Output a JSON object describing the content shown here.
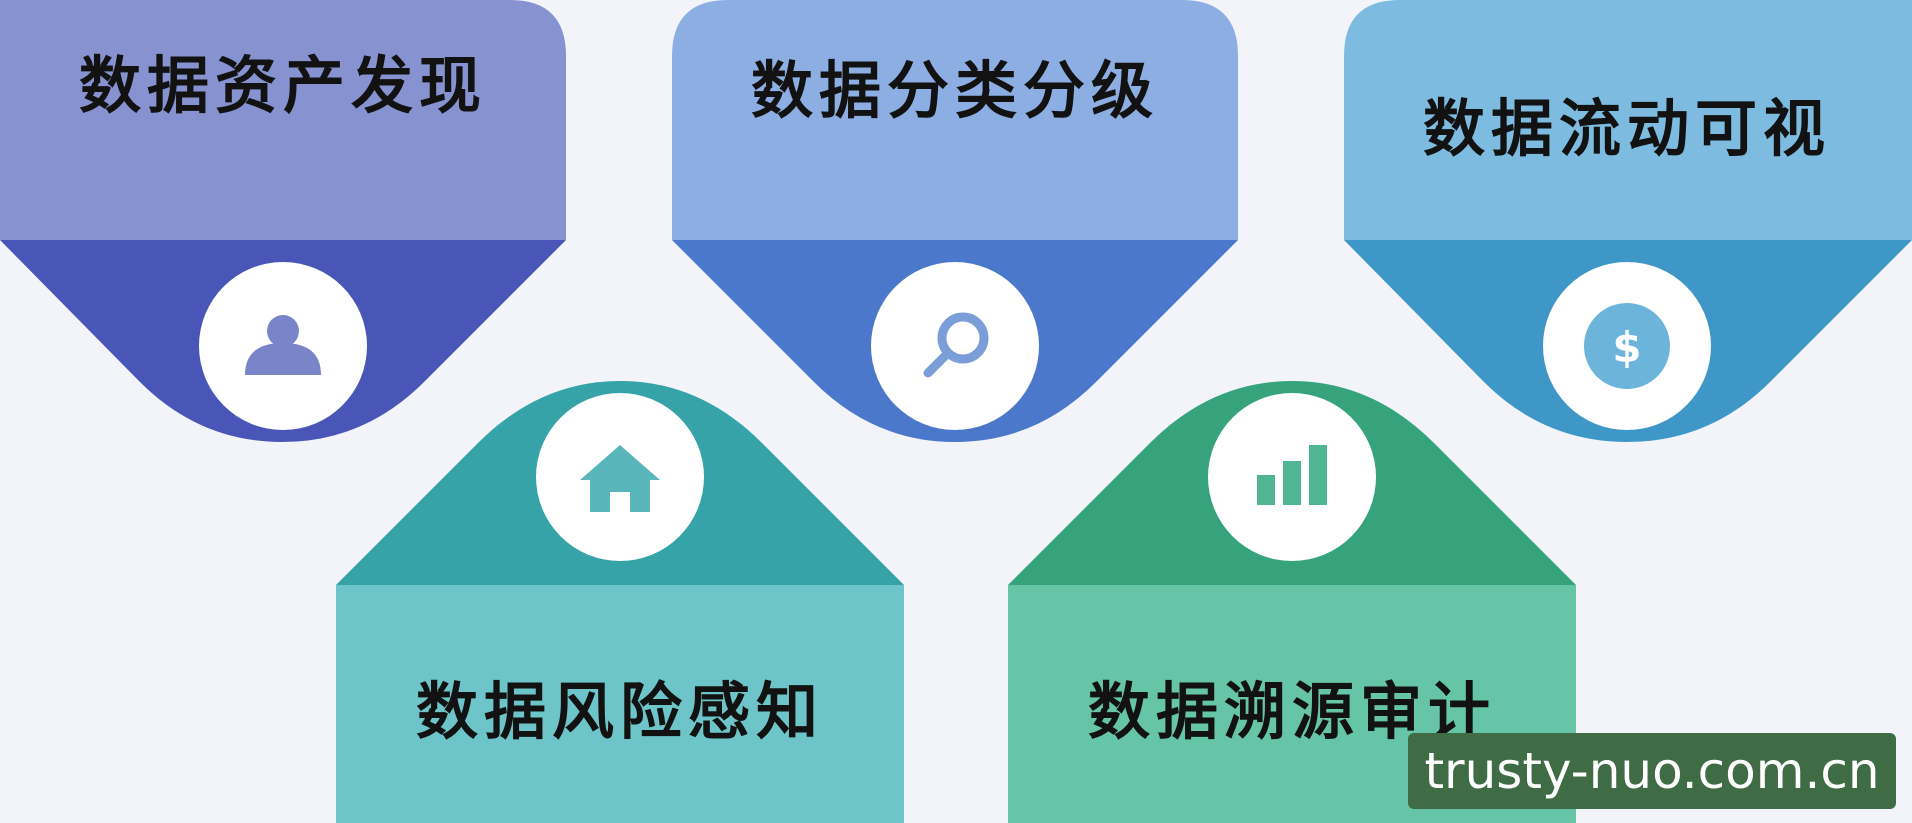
{
  "cards": [
    {
      "label": "数据资产发现",
      "icon": "user-icon",
      "top_color": "#8792d0",
      "bottom_color": "#4a56b7",
      "icon_color": "#7a85c9"
    },
    {
      "label": "数据分类分级",
      "icon": "search-icon",
      "top_color": "#8daee3",
      "bottom_color": "#4c78cb",
      "icon_color": "#7c9ed8"
    },
    {
      "label": "数据流动可视",
      "icon": "dollar-icon",
      "top_color": "#7dbce0",
      "bottom_color": "#3f97c7",
      "icon_color": "#6cb4da"
    },
    {
      "label": "数据风险感知",
      "icon": "house-icon",
      "top_color": "#6ec5c9",
      "bottom_color": "#35a3a7",
      "icon_color": "#58b6bb"
    },
    {
      "label": "数据溯源审计",
      "icon": "bar-chart-icon",
      "top_color": "#67c5a7",
      "bottom_color": "#36a37d",
      "icon_color": "#4fb592"
    }
  ],
  "watermark": "trusty-nuo.com.cn"
}
